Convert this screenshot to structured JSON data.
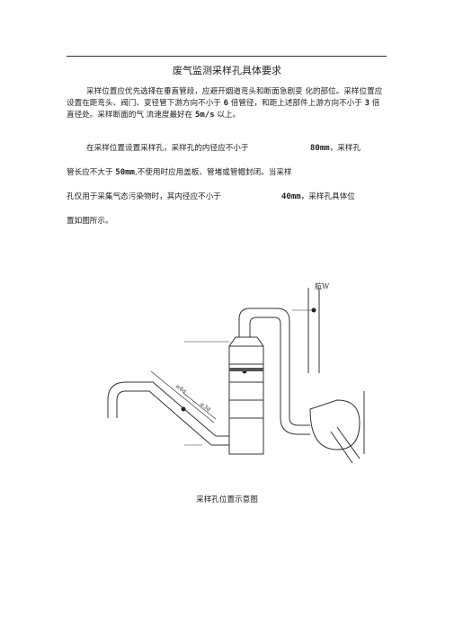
{
  "doc": {
    "title": "废气监测采样孔具体要求",
    "para1_a": "采样位置应优先选择在垂直管段，应避开烟道弯头和断面急剧变 化的部位。采样位置应设置在距弯头、阀门、变径管下游方向不小于 ",
    "para1_b": "6",
    "para1_c": " 倍管径，和距上述部件上游方向不小于 ",
    "para1_d": "3",
    "para1_e": " 倍直径处。采样断面的气 流速度最好在 ",
    "para1_f": "5m/s",
    "para1_g": " 以上。",
    "line1_a": "在采样位置设置采样孔，采样孔的内径应不小于",
    "line1_b": "80mm",
    "line1_c": "，采样孔",
    "line2_a": "管长应不大于 ",
    "line2_b": "50mm",
    "line2_c": ",不使用时应用盖板、管堵或管帽封闭。当采样",
    "line3_a": "孔仅用于采集气态污染物时，其内径应不小于",
    "line3_b": "40mm",
    "line3_c": "，采样孔具体位",
    "line4": "置如图所示。",
    "caption": "采样孔位置示意图"
  },
  "diagram": {
    "label_6d": "≥6d",
    "label_3d": "≥3d",
    "label_top": "航W"
  }
}
